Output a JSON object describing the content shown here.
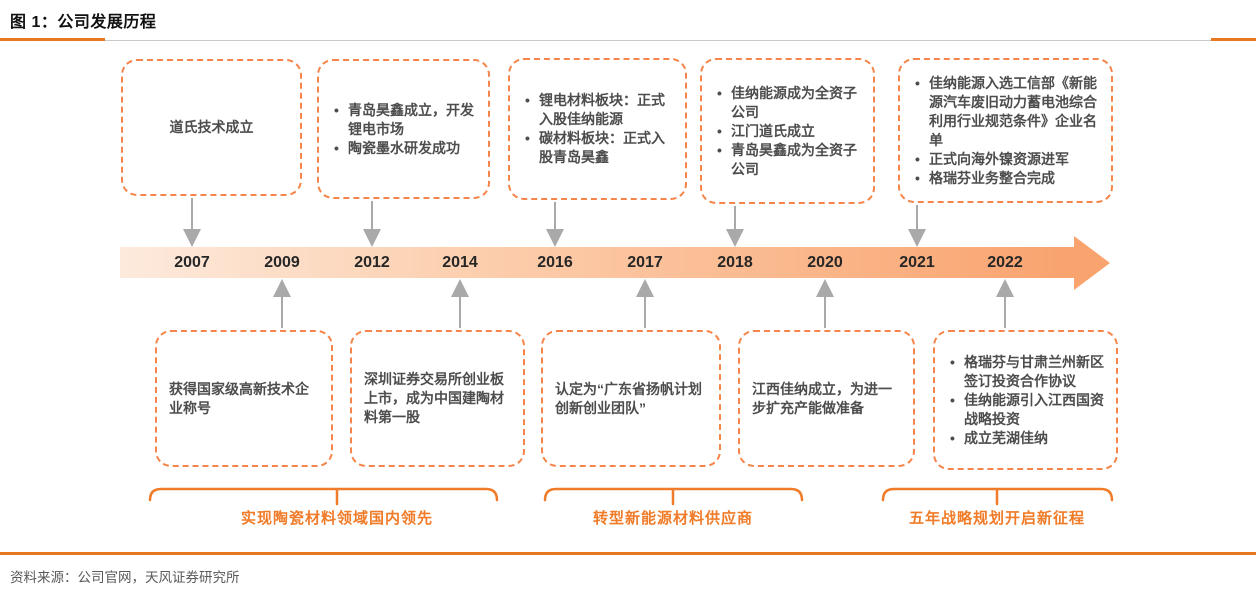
{
  "title": "图 1：公司发展历程",
  "source": "资料来源：公司官网，天风证券研究所",
  "years": [
    "2007",
    "2009",
    "2012",
    "2014",
    "2016",
    "2017",
    "2018",
    "2020",
    "2021",
    "2022"
  ],
  "top_boxes": [
    {
      "bullets": false,
      "items": [
        "道氏技术成立"
      ]
    },
    {
      "bullets": true,
      "items": [
        "青岛昊鑫成立，开发锂电市场",
        "陶瓷墨水研发成功"
      ]
    },
    {
      "bullets": true,
      "items": [
        "锂电材料板块：正式入股佳纳能源",
        "碳材料板块：正式入股青岛昊鑫"
      ]
    },
    {
      "bullets": true,
      "items": [
        "佳纳能源成为全资子公司",
        "江门道氏成立",
        "青岛昊鑫成为全资子公司"
      ]
    },
    {
      "bullets": true,
      "items": [
        "佳纳能源入选工信部《新能源汽车废旧动力蓄电池综合利用行业规范条件》企业名单",
        "正式向海外镍资源进军",
        "格瑞芬业务整合完成"
      ]
    }
  ],
  "bottom_boxes": [
    {
      "bullets": false,
      "items": [
        "获得国家级高新技术企业称号"
      ]
    },
    {
      "bullets": false,
      "items": [
        "深圳证券交易所创业板上市，成为中国建陶材料第一股"
      ]
    },
    {
      "bullets": false,
      "items": [
        "认定为“广东省扬帆计划创新创业团队”"
      ]
    },
    {
      "bullets": false,
      "items": [
        "江西佳纳成立，为进一步扩充产能做准备"
      ]
    },
    {
      "bullets": true,
      "items": [
        "格瑞芬与甘肃兰州新区签订投资合作协议",
        "佳纳能源引入江西国资战略投资",
        "成立芜湖佳纳"
      ]
    }
  ],
  "phases": [
    "实现陶瓷材料领域国内领先",
    "转型新能源材料供应商",
    "五年战略规划开启新征程"
  ],
  "colors": {
    "accent_orange": "#e87722",
    "dashed_border": "#f5854a",
    "phase_orange": "#f07b28",
    "band_light": "#fdeadd",
    "band_dark": "#f9a36e",
    "connector_grey": "#a9a9a9",
    "box_text": "#4d4d4d",
    "year_text": "#262626",
    "source_text": "#595959"
  }
}
